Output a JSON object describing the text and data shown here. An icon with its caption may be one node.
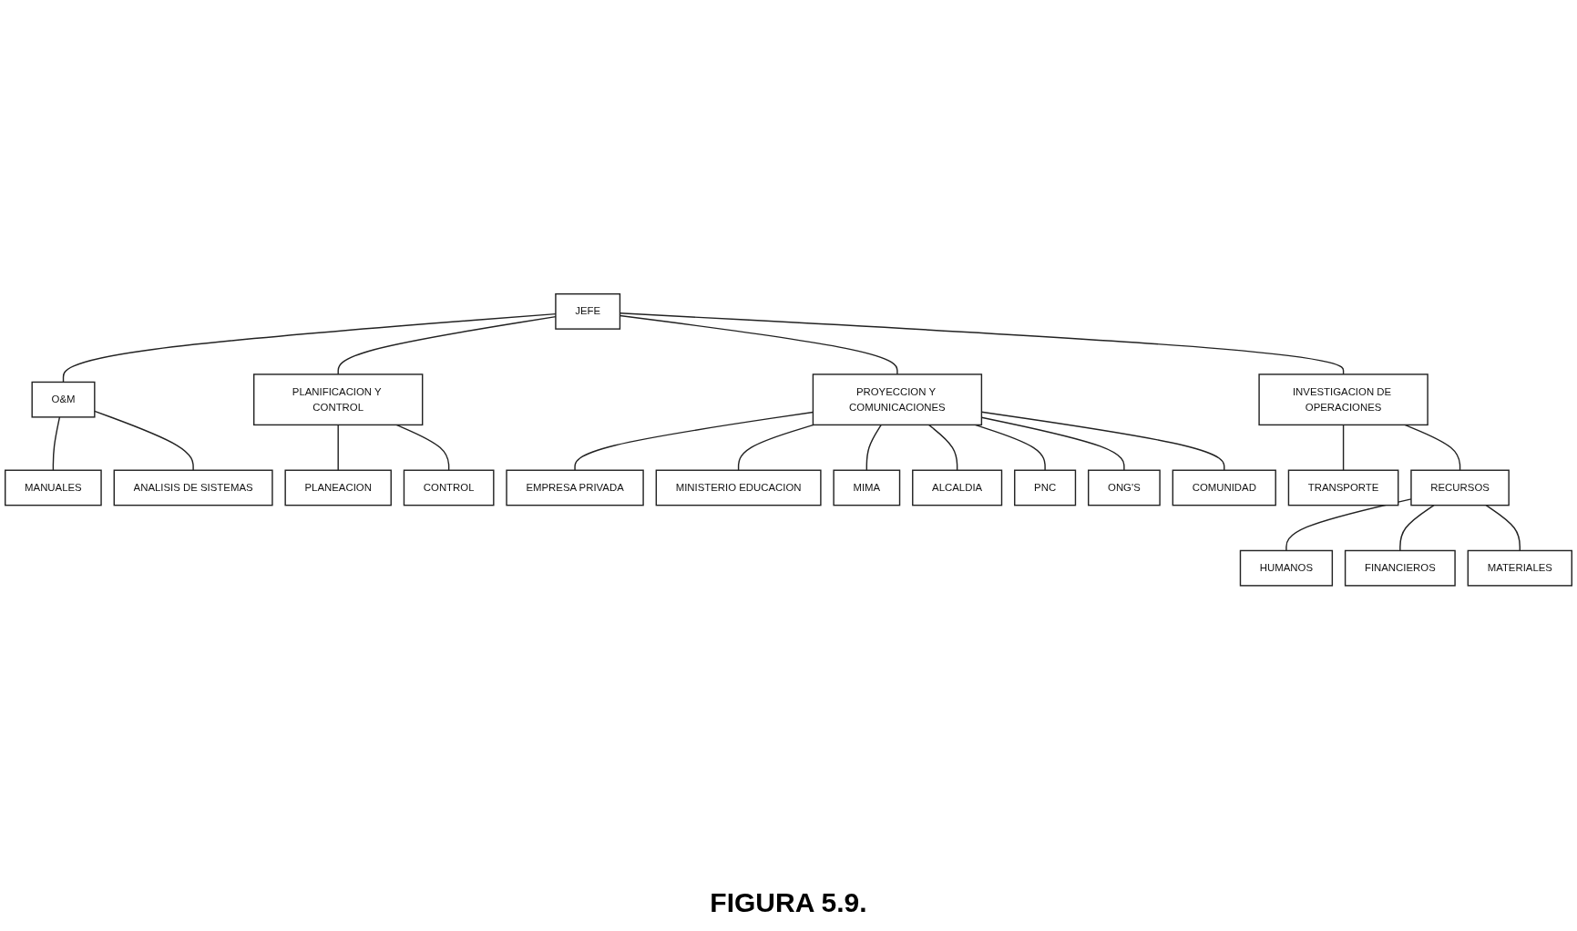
{
  "diagram": {
    "caption": "FIGURA 5.9.",
    "nodes": [
      {
        "text": [
          "JEFE"
        ]
      },
      {
        "text": [
          "O&M"
        ]
      },
      {
        "text": [
          "PLANIFICACION Y CONTROL"
        ]
      },
      {
        "text": [
          "PROYECCION Y COMUNICACIONES"
        ]
      },
      {
        "text": [
          "INVESTIGACION DE OPERACIONES"
        ]
      },
      {
        "text": [
          "MANUALES"
        ]
      },
      {
        "text": [
          "ANALISIS DE SISTEMAS"
        ]
      },
      {
        "text": [
          "PLANEACION"
        ]
      },
      {
        "text": [
          "CONTROL"
        ]
      },
      {
        "text": [
          "EMPRESA PRIVADA"
        ]
      },
      {
        "text": [
          "MINISTERIO EDUCACION"
        ]
      },
      {
        "text": [
          "MIMA"
        ]
      },
      {
        "text": [
          "ALCALDIA"
        ]
      },
      {
        "text": [
          "PNC"
        ]
      },
      {
        "text": [
          "ONG'S"
        ]
      },
      {
        "text": [
          "COMUNIDAD"
        ]
      },
      {
        "text": [
          "TRANSPORTE"
        ]
      },
      {
        "text": [
          "RECURSOS"
        ]
      },
      {
        "text": [
          "HUMANOS"
        ]
      },
      {
        "text": [
          "FINANCIEROS"
        ]
      },
      {
        "text": [
          "MATERIALES"
        ]
      }
    ],
    "edges": [
      {
        "from": 0,
        "to": 1,
        "arrow": "none"
      },
      {
        "from": 0,
        "to": 2,
        "arrow": "none"
      },
      {
        "from": 0,
        "to": 3,
        "arrow": "none"
      },
      {
        "from": 0,
        "to": 4,
        "arrow": "none"
      },
      {
        "from": 1,
        "to": 5,
        "arrow": "none"
      },
      {
        "from": 1,
        "to": 6,
        "arrow": "none"
      },
      {
        "from": 2,
        "to": 7,
        "arrow": "none"
      },
      {
        "from": 2,
        "to": 8,
        "arrow": "none"
      },
      {
        "from": 3,
        "to": 9,
        "arrow": "none"
      },
      {
        "from": 3,
        "to": 10,
        "arrow": "none"
      },
      {
        "from": 3,
        "to": 11,
        "arrow": "none"
      },
      {
        "from": 3,
        "to": 12,
        "arrow": "none"
      },
      {
        "from": 3,
        "to": 13,
        "arrow": "none"
      },
      {
        "from": 3,
        "to": 14,
        "arrow": "none"
      },
      {
        "from": 3,
        "to": 15,
        "arrow": "none"
      },
      {
        "from": 4,
        "to": 16,
        "arrow": "none"
      },
      {
        "from": 4,
        "to": 17,
        "arrow": "none"
      },
      {
        "from": 17,
        "to": 18,
        "arrow": "none"
      },
      {
        "from": 17,
        "to": 19,
        "arrow": "none"
      },
      {
        "from": 17,
        "to": 20,
        "arrow": "none"
      }
    ]
  }
}
